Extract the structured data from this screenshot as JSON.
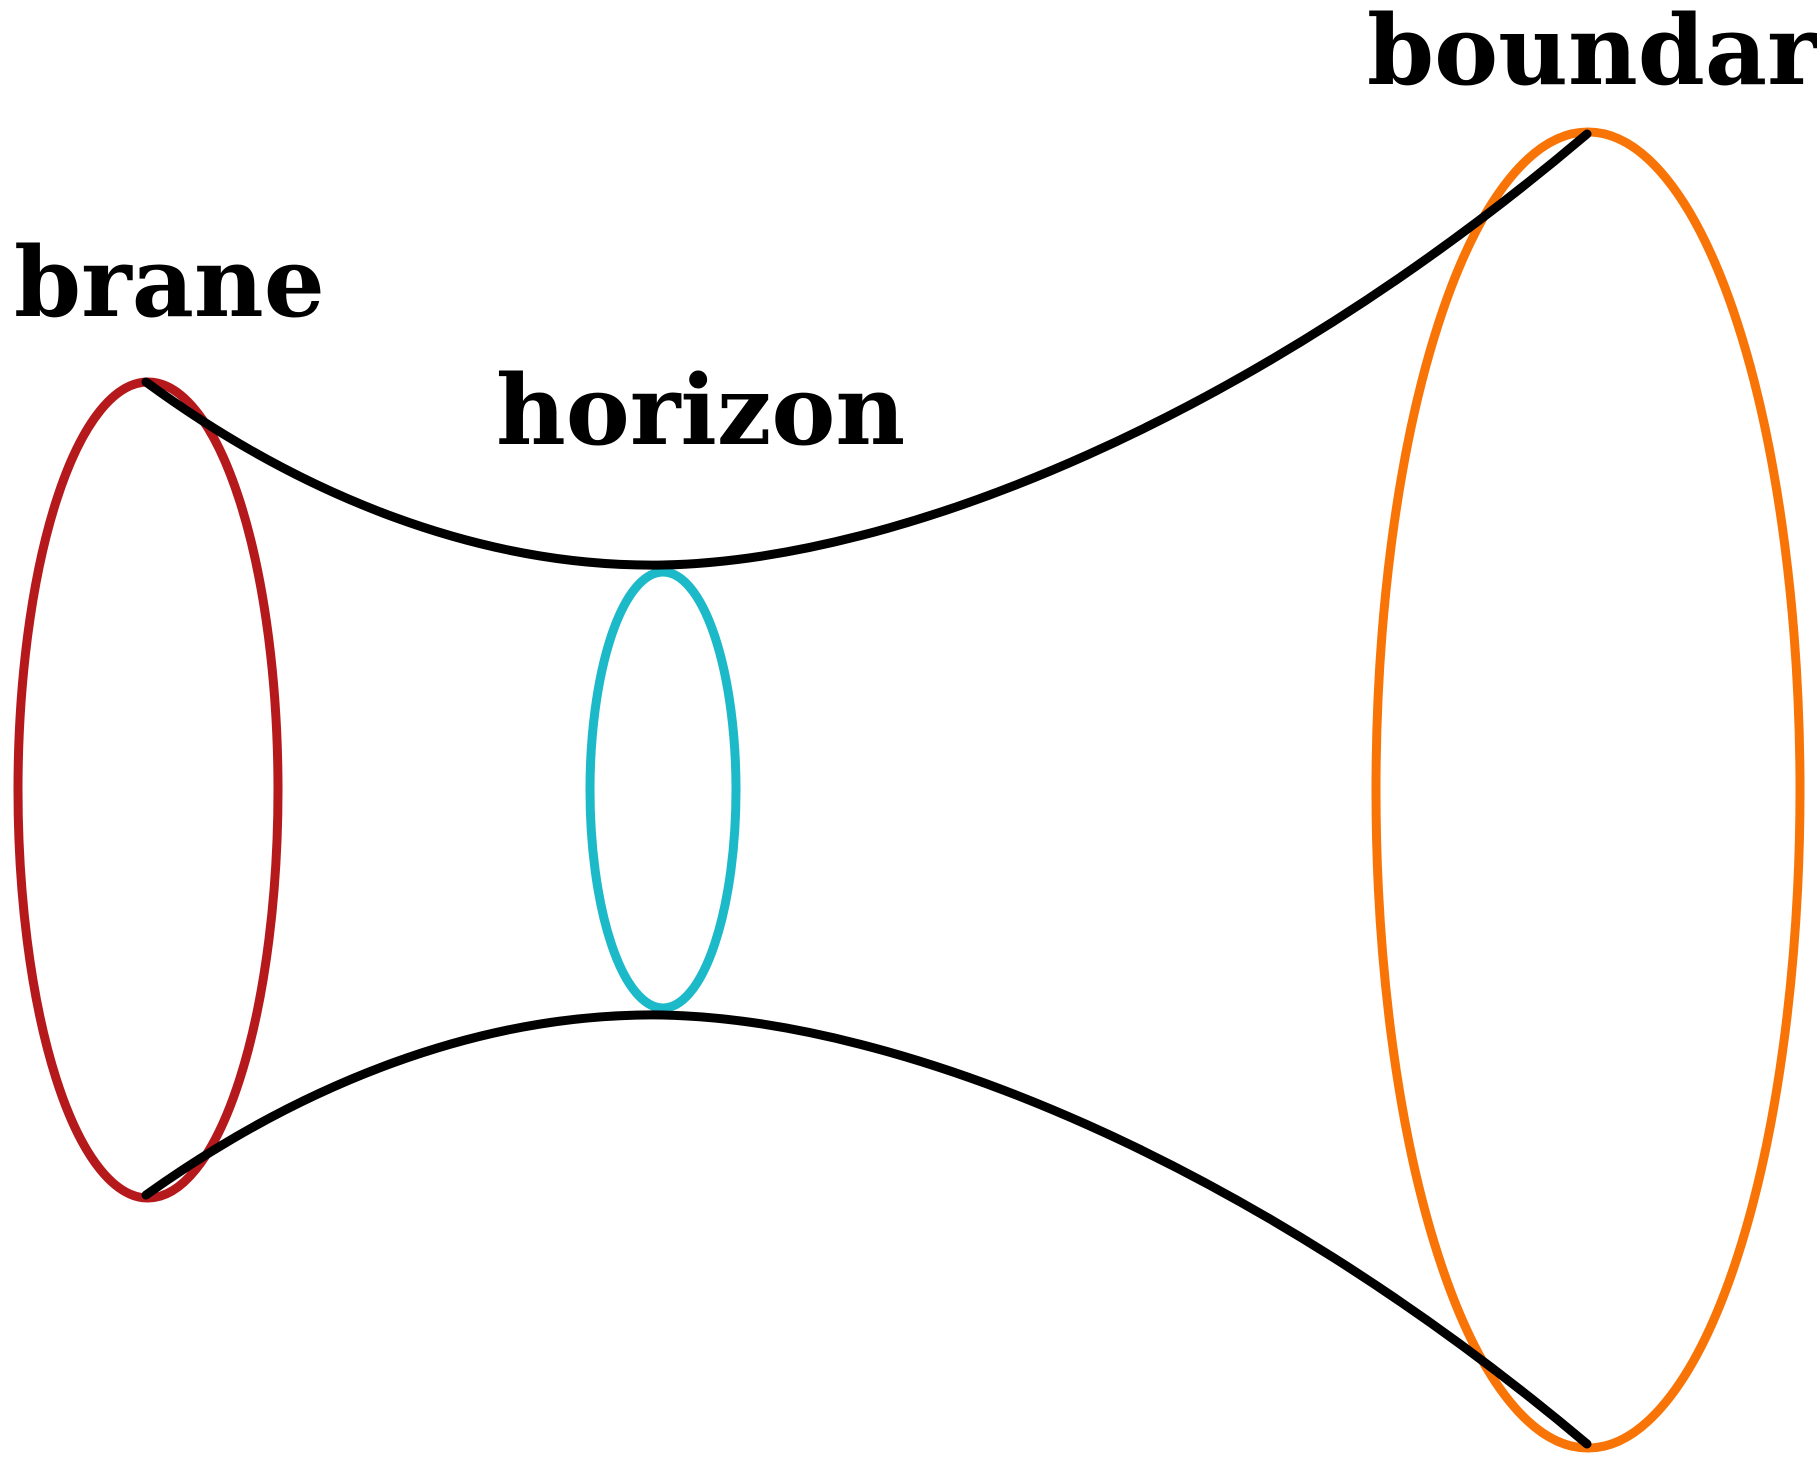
{
  "labels": {
    "brane": "brane",
    "horizon": "horizon",
    "boundary": "boundary"
  },
  "colors": {
    "brane": "#b5191c",
    "horizon": "#1cb9c9",
    "boundary": "#f97406",
    "profile": "#000000",
    "background": "#ffffff"
  }
}
